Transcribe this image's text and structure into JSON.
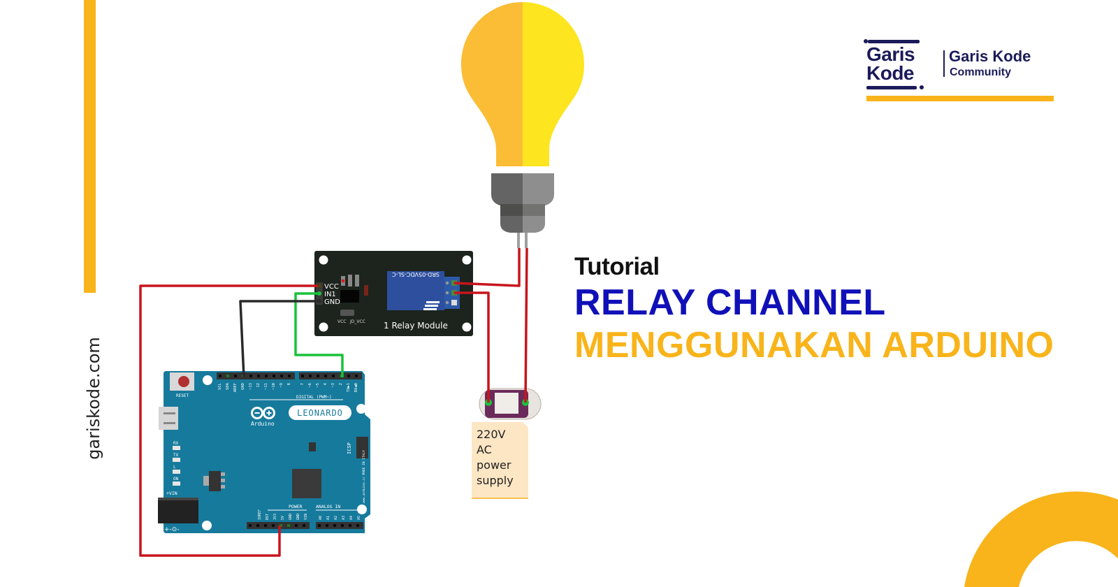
{
  "sidebar": {
    "site_url": "gariskode.com"
  },
  "logo": {
    "mark_line1": "Garis",
    "mark_line2": "Kode",
    "name": "Garis Kode",
    "subtitle": "Community"
  },
  "title": {
    "kicker": "Tutorial",
    "line1": "RELAY CHANNEL",
    "line2": "MENGGUNAKAN ARDUINO"
  },
  "diagram": {
    "relay_module": {
      "label": "1 Relay Module",
      "part_number": "SRD-05VDC-SL-C",
      "pins": [
        "VCC",
        "IN1",
        "GND"
      ],
      "jumper_labels": [
        "VCC",
        "JD_VCC"
      ]
    },
    "arduino": {
      "brand": "Arduino",
      "model": "LEONARDO",
      "reset_label": "RESET",
      "led_labels": [
        "RX",
        "TX",
        "L",
        "ON"
      ],
      "vin_label": "+VIN",
      "icsp_label": "ICSP",
      "digital_label": "DIGITAL (PWM~)",
      "power_label": "POWER",
      "analog_label": "ANALOG IN",
      "top_pins": [
        "SCL",
        "SDA",
        "AREF",
        "GND",
        "~13",
        "12",
        "~11",
        "~10",
        "~9",
        "8",
        "7",
        "~6",
        "~5",
        "4",
        "~3",
        "2",
        "TX▶1",
        "RX◀0"
      ],
      "power_pins": [
        "IOREF",
        "RST",
        "3V3",
        "5V",
        "GND",
        "GND",
        "VIN"
      ],
      "analog_pins": [
        "A0",
        "A1",
        "A2",
        "A3",
        "A4",
        "A5"
      ],
      "side_text": "www.arduino.cc MADE IN ITALY"
    },
    "power_supply": {
      "label_lines": [
        "220V",
        "AC",
        "power",
        "supply"
      ]
    },
    "wire_colors": {
      "power": "#c8141c",
      "signal": "#18c23a",
      "ground": "#2a2a2a"
    }
  },
  "colors": {
    "accent": "#f8b41a",
    "navy": "#1b1b5a",
    "blue": "#1010b8",
    "bulb_left": "#fbbd36",
    "bulb_right": "#fde51f",
    "board": "#167a9c",
    "relay_pcb": "#1d231d"
  }
}
